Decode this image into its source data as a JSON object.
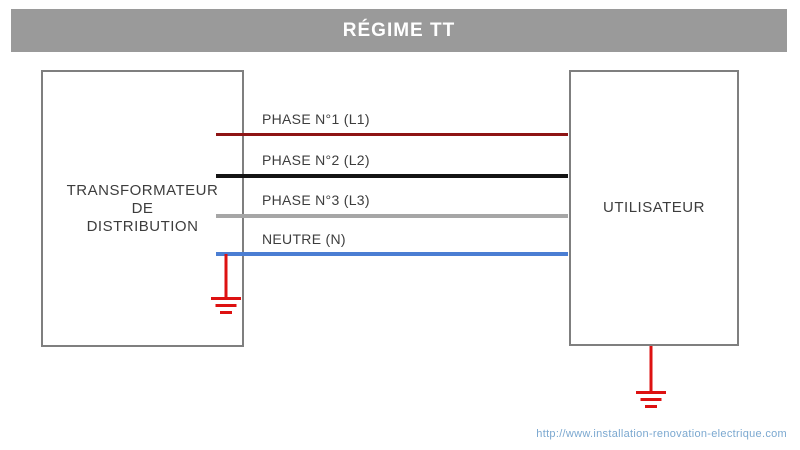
{
  "header": {
    "title": "RÉGIME TT",
    "bg_color": "#9a9a9a",
    "text_color": "#ffffff"
  },
  "transformer_box": {
    "lines": [
      "TRANSFORMATEUR",
      "DE",
      "DISTRIBUTION"
    ]
  },
  "user_box": {
    "label": "UTILISATEUR"
  },
  "conductors": [
    {
      "name": "phase-1",
      "label": "PHASE N°1 (L1)",
      "color": "#8e1414"
    },
    {
      "name": "phase-2",
      "label": "PHASE N°2 (L2)",
      "color": "#141414"
    },
    {
      "name": "phase-3",
      "label": "PHASE N°3 (L3)",
      "color": "#a6a6a6"
    },
    {
      "name": "neutral",
      "label": "NEUTRE (N)",
      "color": "#4b7ed3"
    }
  ],
  "earth": {
    "color": "#dd1111",
    "symbols": [
      "transformer-neutral-earth-icon",
      "user-earth-icon"
    ]
  },
  "footer": {
    "url": "http://www.installation-renovation-electrique.com",
    "color": "#7ba8d0"
  },
  "styles": {
    "label_text_color": "#3d3d3d",
    "box_border_color": "#7f7f7f"
  }
}
